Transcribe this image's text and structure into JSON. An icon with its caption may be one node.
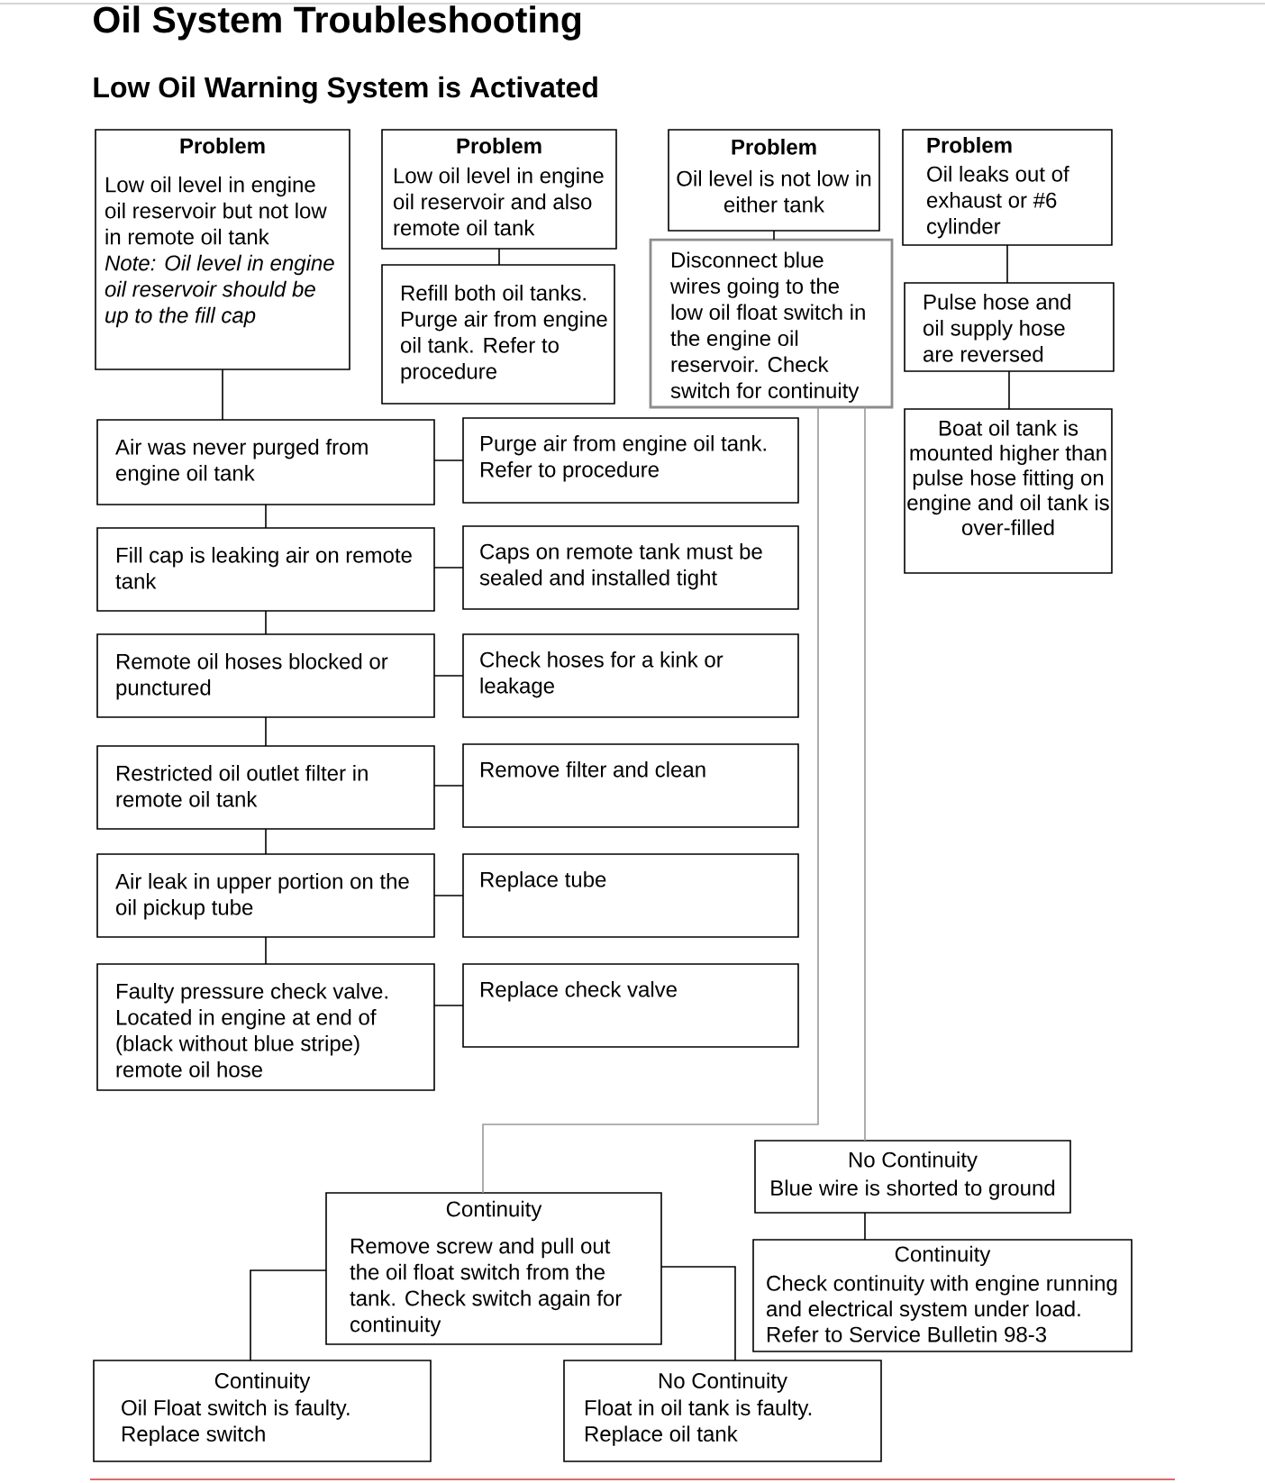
{
  "diagram": {
    "title": "Oil System Troubleshooting",
    "nodes": [
      {
        "text": [
          "Problem",
          "Low oil level in engine oil reservoir but not low in remote oil tank",
          "Note: Oil level in engine oil reservoir should be up to the fill cap"
        ]
      },
      {
        "text": [
          "Problem",
          "Low oil level in engine oil reservoir and also remote oil tank"
        ]
      },
      {
        "text": [
          "Refill both oil tanks. Purge air from engine oil tank. Refer to procedure"
        ]
      },
      {
        "text": [
          "Problem",
          "Oil level is not low in either tank"
        ]
      },
      {
        "text": [
          "Disconnect blue wires going to the low oil float switch in the engine oil reservoir. Check switch for continuity"
        ]
      },
      {
        "text": [
          "Problem",
          "Oil leaks out of exhaust or #6 cylinder"
        ]
      },
      {
        "text": [
          "Pulse hose and oil supply hose are reversed"
        ]
      },
      {
        "text": [
          "Boat oil tank is mounted higher than pulse hose fitting on engine and oil tank is over-filled"
        ]
      },
      {
        "text": [
          "Air was never purged from engine oil tank"
        ]
      },
      {
        "text": [
          "Purge air from engine oil tank. Refer to procedure"
        ]
      },
      {
        "text": [
          "Fill cap is leaking air on remote tank"
        ]
      },
      {
        "text": [
          "Caps on remote tank must be sealed and installed tight"
        ]
      },
      {
        "text": [
          "Remote oil hoses blocked or punctured"
        ]
      },
      {
        "text": [
          "Check hoses for a kink or leakage"
        ]
      },
      {
        "text": [
          "Restricted oil outlet filter in remote oil tank"
        ]
      },
      {
        "text": [
          "Remove filter and clean"
        ]
      },
      {
        "text": [
          "Air leak in upper portion on the oil pickup tube"
        ]
      },
      {
        "text": [
          "Replace tube"
        ]
      },
      {
        "text": [
          "Faulty pressure check valve. Located in engine at end of (black without blue stripe) remote oil hose"
        ]
      },
      {
        "text": [
          "Replace check valve"
        ]
      },
      {
        "text": [
          "No Continuity",
          "Blue wire is shorted to ground"
        ]
      },
      {
        "text": [
          "Continuity",
          "Remove screw and pull out the oil float switch from the tank. Check switch again for continuity"
        ]
      },
      {
        "text": [
          "Continuity",
          "Check continuity with engine running and electrical system under load. Refer to Service Bulletin 98-3"
        ]
      },
      {
        "text": [
          "Continuity",
          "Oil Float switch is faulty. Replace switch"
        ]
      },
      {
        "text": [
          "No Continuity",
          "Float in oil tank is faulty. Replace oil tank"
        ]
      }
    ],
    "edges": [
      {
        "from": 0,
        "to": 8,
        "arrow": "none"
      },
      {
        "from": 1,
        "to": 2,
        "arrow": "none"
      },
      {
        "from": 3,
        "to": 4,
        "arrow": "none"
      },
      {
        "from": 5,
        "to": 6,
        "arrow": "none"
      },
      {
        "from": 6,
        "to": 7,
        "arrow": "none"
      },
      {
        "from": 8,
        "to": 9,
        "arrow": "none"
      },
      {
        "from": 8,
        "to": 10,
        "arrow": "none"
      },
      {
        "from": 10,
        "to": 11,
        "arrow": "none"
      },
      {
        "from": 10,
        "to": 12,
        "arrow": "none"
      },
      {
        "from": 12,
        "to": 13,
        "arrow": "none"
      },
      {
        "from": 12,
        "to": 14,
        "arrow": "none"
      },
      {
        "from": 14,
        "to": 15,
        "arrow": "none"
      },
      {
        "from": 14,
        "to": 16,
        "arrow": "none"
      },
      {
        "from": 16,
        "to": 17,
        "arrow": "none"
      },
      {
        "from": 16,
        "to": 18,
        "arrow": "none"
      },
      {
        "from": 18,
        "to": 19,
        "arrow": "none"
      },
      {
        "from": 4,
        "to": 21,
        "arrow": "none",
        "color": "#999999"
      },
      {
        "from": 4,
        "to": 20,
        "arrow": "none",
        "color": "#999999"
      },
      {
        "from": 20,
        "to": 22,
        "arrow": "none"
      },
      {
        "from": 21,
        "to": 23,
        "arrow": "none"
      },
      {
        "from": 21,
        "to": 24,
        "arrow": "none"
      }
    ],
    "labels": [
      "Low Oil Warning System is Activated"
    ]
  }
}
